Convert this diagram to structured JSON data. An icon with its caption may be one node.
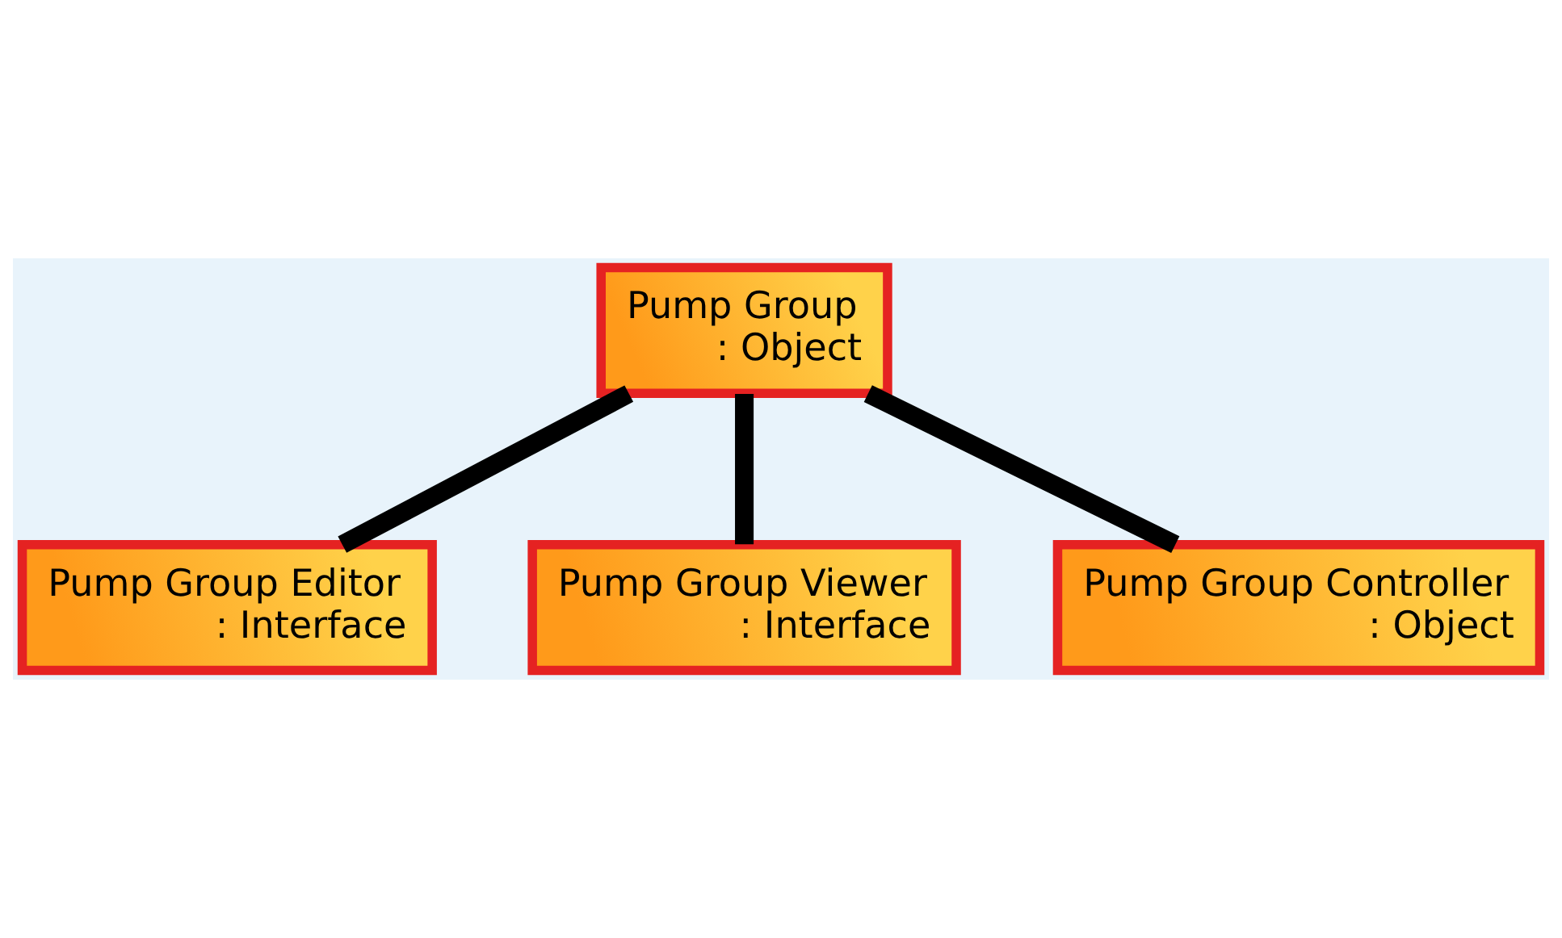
{
  "diagram": {
    "nodes": [
      {
        "text": [
          "Pump Group",
          ": Object"
        ]
      },
      {
        "text": [
          "Pump Group Editor",
          ": Interface"
        ]
      },
      {
        "text": [
          "Pump Group Viewer",
          ": Interface"
        ]
      },
      {
        "text": [
          "Pump Group Controller",
          ": Object"
        ]
      }
    ],
    "edges": [
      {
        "from": 0,
        "to": 1,
        "arrow": "none"
      },
      {
        "from": 0,
        "to": 2,
        "arrow": "none"
      },
      {
        "from": 0,
        "to": 3,
        "arrow": "none"
      }
    ]
  }
}
